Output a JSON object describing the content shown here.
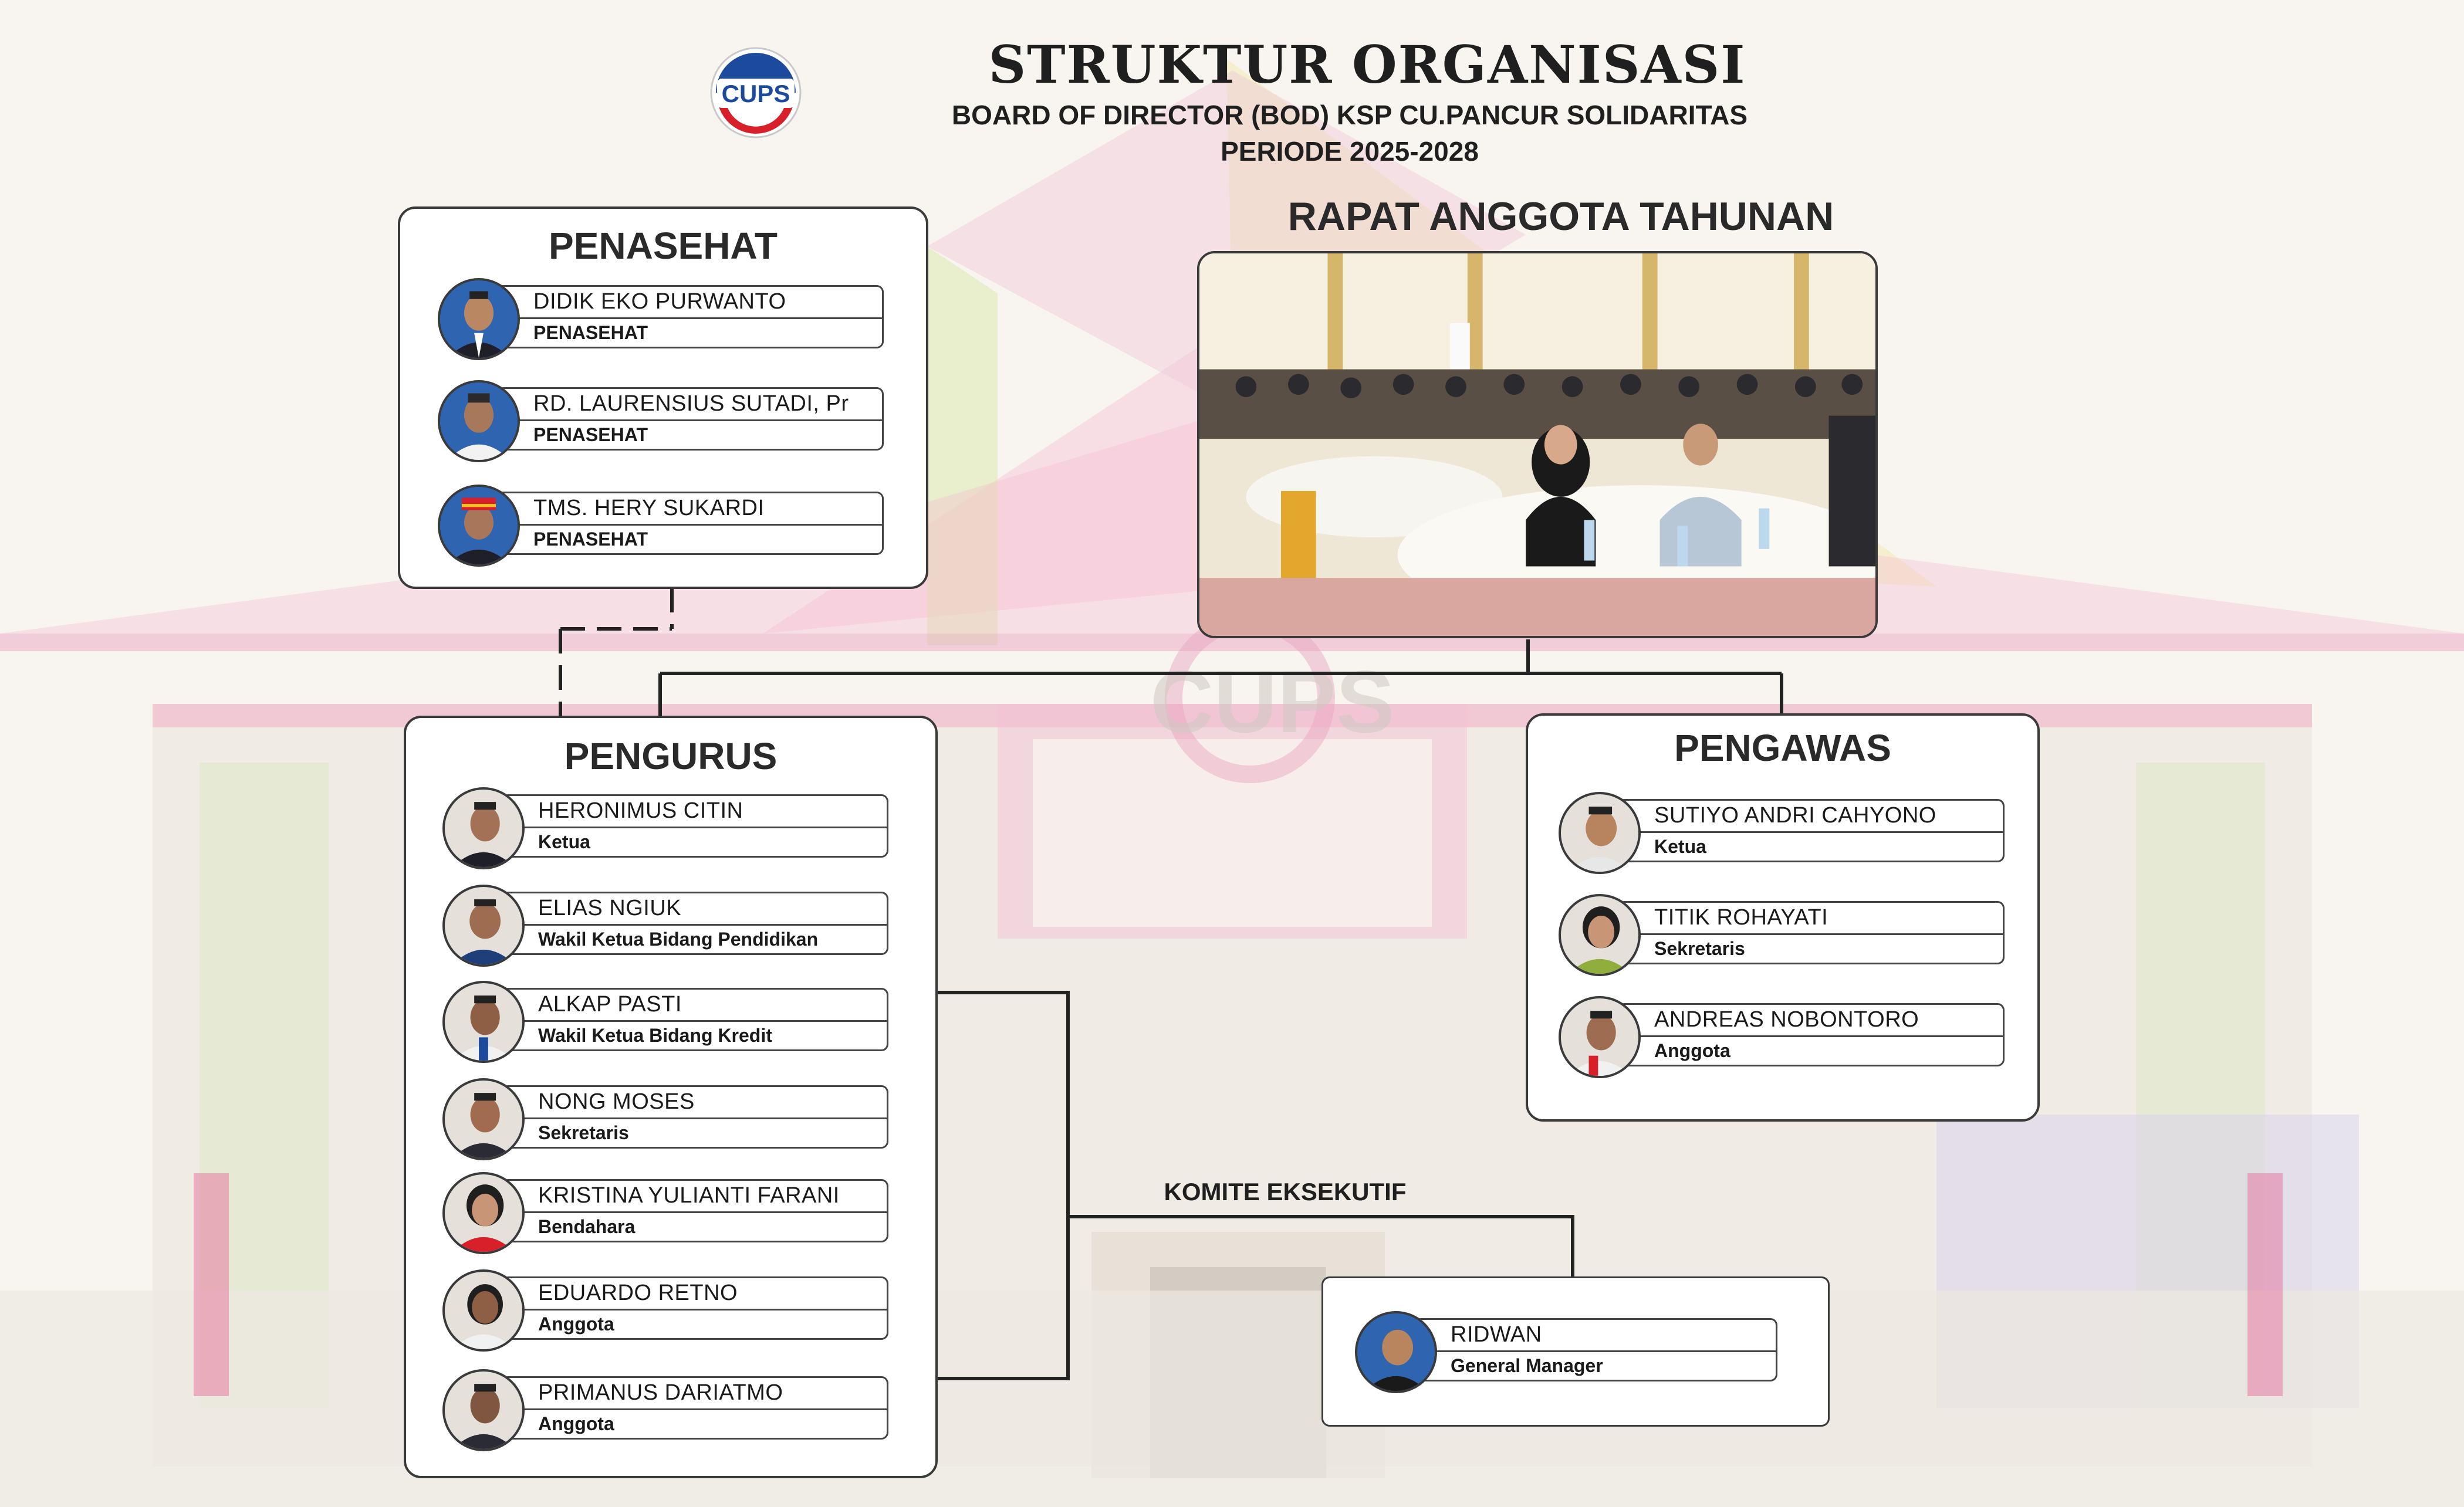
{
  "header": {
    "title": "STRUKTUR ORGANISASI",
    "subtitle1": "BOARD OF DIRECTOR (BOD) KSP CU.PANCUR SOLIDARITAS",
    "subtitle2": "PERIODE 2025-2028",
    "logo_text": "CUPS"
  },
  "watermark_text": "CUPS",
  "colors": {
    "logo_blue": "#1c4a9c",
    "logo_red": "#d8202a",
    "bg_pink": "#f3b6d0",
    "bg_green": "#d7ea9a",
    "bg_yellow": "#f3e7a0",
    "line": "#222222"
  },
  "penasehat": {
    "title": "PENASEHAT",
    "members": [
      {
        "name": "DIDIK EKO PURWANTO",
        "role": "PENASEHAT"
      },
      {
        "name": "RD. LAURENSIUS SUTADI, Pr",
        "role": "PENASEHAT"
      },
      {
        "name": "TMS. HERY SUKARDI",
        "role": "PENASEHAT"
      }
    ]
  },
  "rapat": {
    "title": "RAPAT ANGGOTA TAHUNAN"
  },
  "pengurus": {
    "title": "PENGURUS",
    "members": [
      {
        "name": "HERONIMUS CITIN",
        "role": "Ketua"
      },
      {
        "name": "ELIAS NGIUK",
        "role": "Wakil Ketua Bidang Pendidikan"
      },
      {
        "name": "ALKAP PASTI",
        "role": "Wakil Ketua Bidang Kredit"
      },
      {
        "name": "NONG MOSES",
        "role": "Sekretaris"
      },
      {
        "name": "KRISTINA YULIANTI FARANI",
        "role": "Bendahara"
      },
      {
        "name": "EDUARDO RETNO",
        "role": "Anggota"
      },
      {
        "name": "PRIMANUS DARIATMO",
        "role": "Anggota"
      }
    ]
  },
  "pengawas": {
    "title": "PENGAWAS",
    "members": [
      {
        "name": "SUTIYO ANDRI CAHYONO",
        "role": "Ketua"
      },
      {
        "name": "TITIK ROHAYATI",
        "role": "Sekretaris"
      },
      {
        "name": "ANDREAS NOBONTORO",
        "role": "Anggota"
      }
    ]
  },
  "komite": {
    "label": "KOMITE EKSEKUTIF",
    "member": {
      "name": "RIDWAN",
      "role": "General Manager"
    }
  }
}
